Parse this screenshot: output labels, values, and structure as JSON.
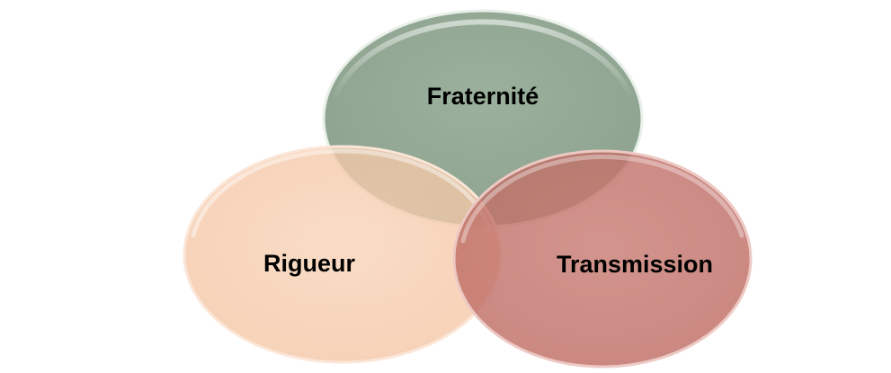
{
  "diagram": {
    "type": "venn",
    "circles": [
      {
        "id": "fraternite",
        "label": "Fraternité",
        "color": "#8fa690"
      },
      {
        "id": "rigueur",
        "label": "Rigueur",
        "color": "#f6c9a9"
      },
      {
        "id": "transmission",
        "label": "Transmission",
        "color": "#c2726a"
      }
    ]
  }
}
